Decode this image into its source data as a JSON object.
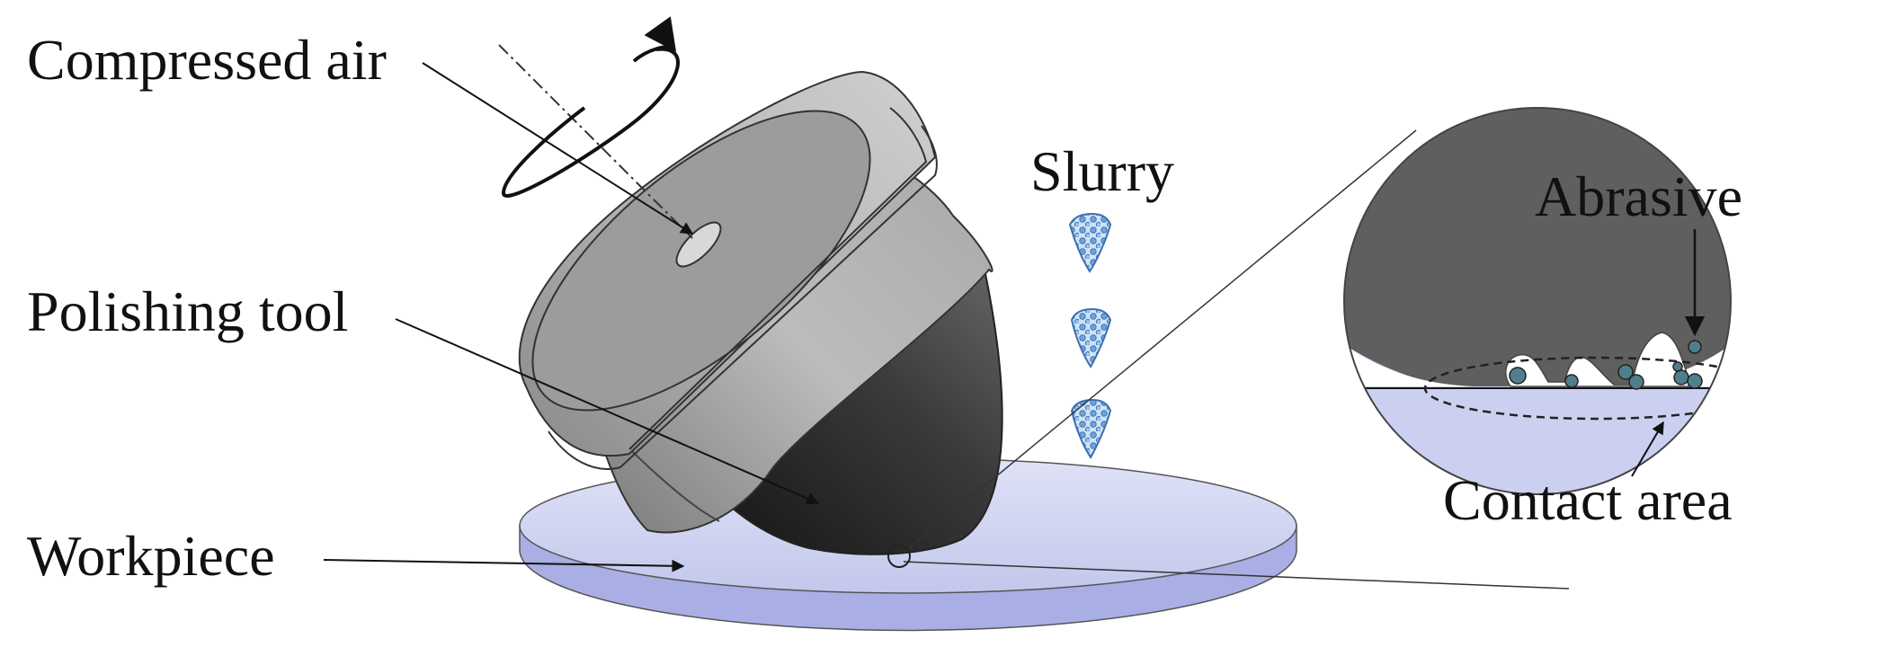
{
  "labels": {
    "compressed_air": "Compressed air",
    "polishing_tool": "Polishing tool",
    "workpiece": "Workpiece",
    "slurry": "Slurry",
    "abrasive": "Abrasive",
    "contact_area": "Contact area"
  },
  "colors": {
    "workpiece_top": "#c9cdee",
    "workpiece_edge": "#aab0e2",
    "tool_flange": "#a9a9a9",
    "tool_body": "#bdbdbd",
    "tool_tip_dark": "#2a2a2a",
    "zoom_tool": "#5f5f5f",
    "zoom_workpiece": "#ccd0f0",
    "abrasive_particle": "#4f7f8c",
    "slurry_drop": "#8db8e6"
  }
}
